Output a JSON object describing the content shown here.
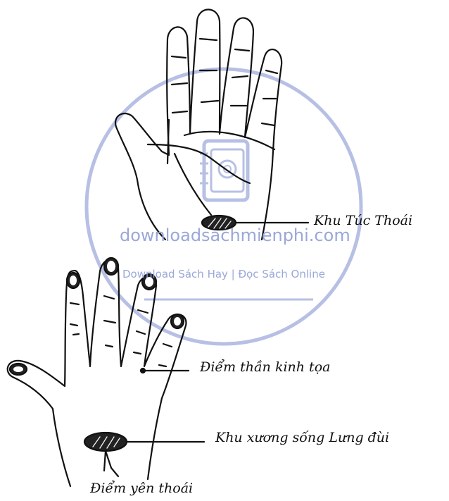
{
  "diagram": {
    "labels": {
      "palm_zone": "Khu Túc Thoái",
      "sciatic_point": "Điểm thần kinh tọa",
      "spine_zone": "Khu xương sống Lưng đùi",
      "hip_point": "Điểm yên thoái"
    }
  },
  "watermark": {
    "site": "downloadsachmienphi.com",
    "tagline": "Download Sách Hay | Đọc Sách Online",
    "color": "#9aa7d8"
  },
  "colors": {
    "ink": "#111111",
    "watermark": "#9aa7d8"
  }
}
